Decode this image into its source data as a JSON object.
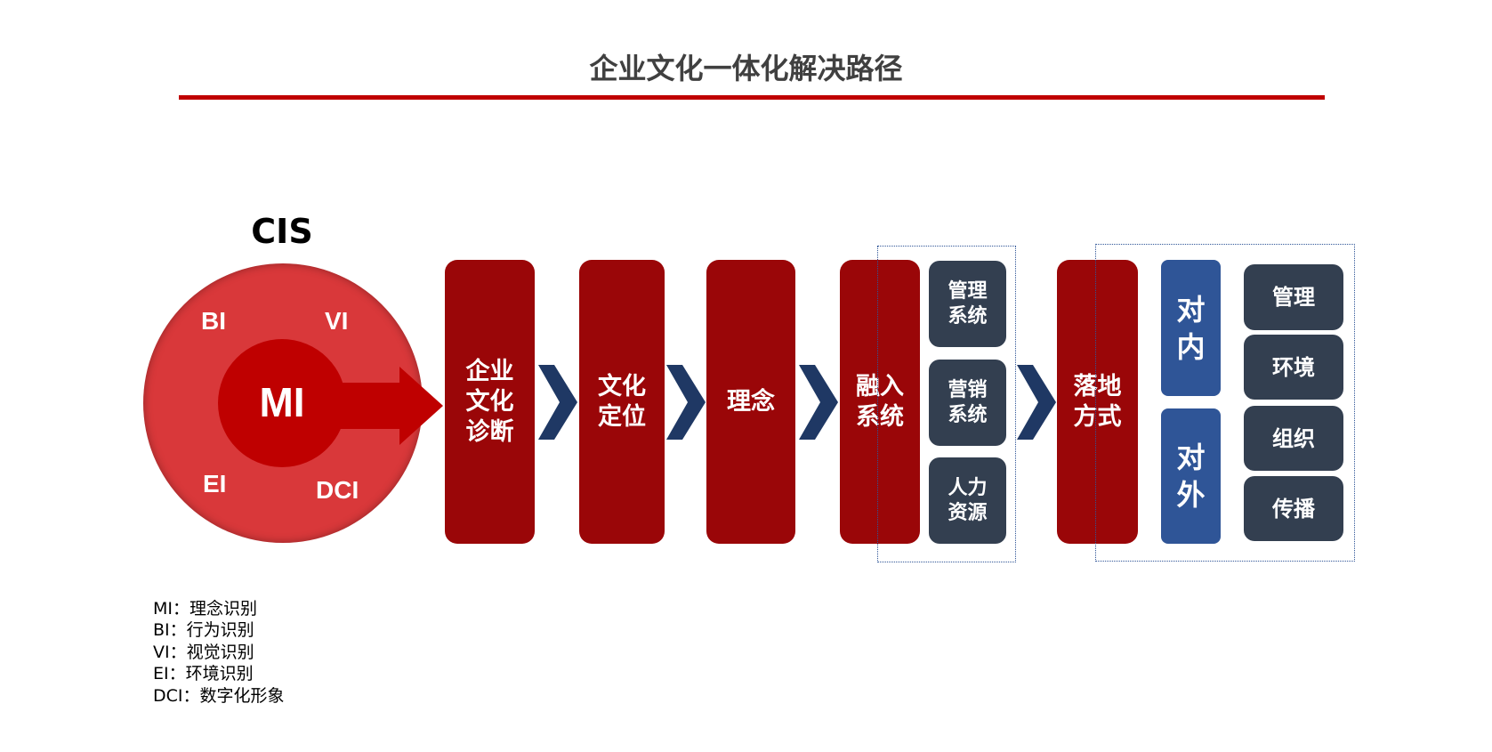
{
  "title": "企业文化一体化解决路径",
  "cis": {
    "label": "CIS",
    "center": "MI",
    "items": [
      "BI",
      "VI",
      "EI",
      "DCI"
    ]
  },
  "steps": [
    "企业\n文化\n诊断",
    "文化\n定位",
    "理念",
    "融入\n系统",
    "落地\n方式"
  ],
  "systems": [
    "管理\n系统",
    "营销\n系统",
    "人力\n资源"
  ],
  "directions": [
    "对\n内",
    "对\n外"
  ],
  "methods": [
    "管理",
    "环境",
    "组织",
    "传播"
  ],
  "legend": [
    "MI：理念识别",
    "BI：行为识别",
    "VI：视觉识别",
    "EI：环境识别",
    "DCI：数字化形象"
  ],
  "colors": {
    "accent": "#c00000",
    "step": "#9a0608",
    "dark": "#333f50",
    "blue": "#2f5597",
    "chevron": "#1f3864"
  }
}
